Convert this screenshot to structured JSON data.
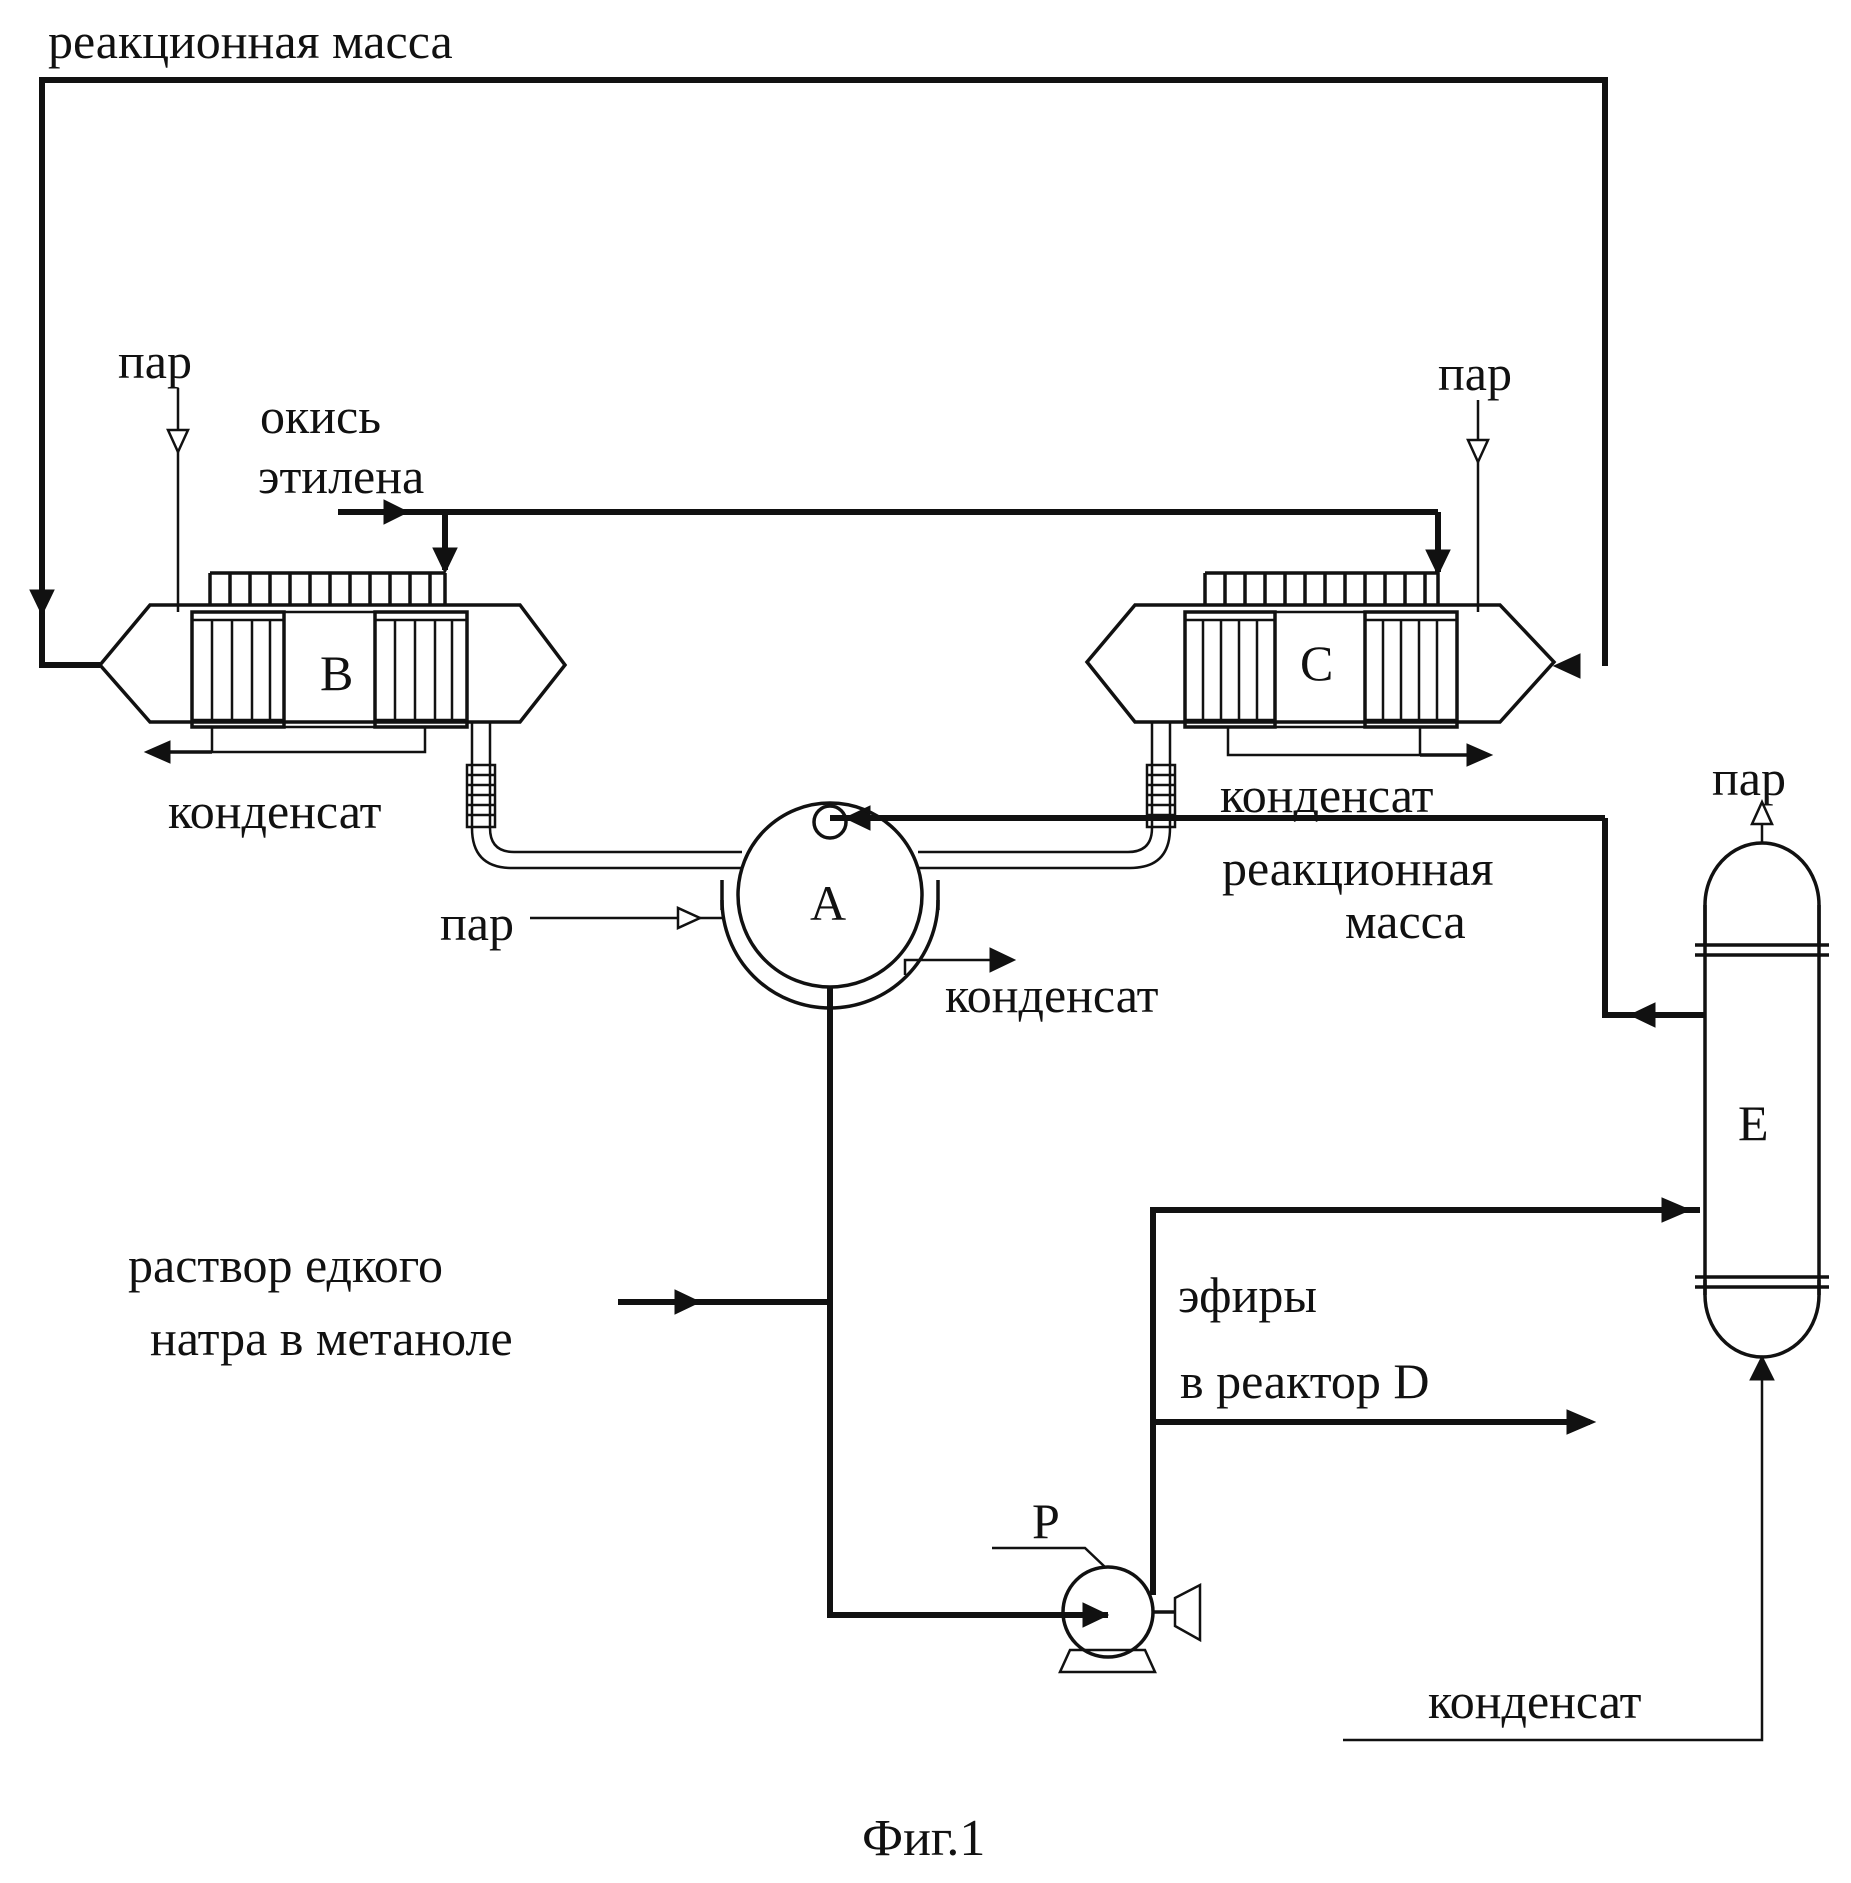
{
  "labels": {
    "reaction_mass_top": "реакционная масса",
    "steam_b": "пар",
    "ethylene_oxide_1": "окись",
    "ethylene_oxide_2": "этилена",
    "steam_c": "пар",
    "reactor_b": "B",
    "reactor_c": "C",
    "condensate_b": "конденсат",
    "condensate_c": "конденсат",
    "reaction_mass_right_1": "реакционная",
    "reaction_mass_right_2": "масса",
    "steam_e": "пар",
    "steam_a": "пар",
    "vessel_a": "A",
    "condensate_a": "конденсат",
    "column_e": "E",
    "naoh_1": "раствор едкого",
    "naoh_2": "натра в метаноле",
    "ethers": "эфиры",
    "to_reactor_d": "в реактор D",
    "pump_p": "P",
    "condensate_e": "конденсат"
  },
  "caption": "Фиг.1"
}
